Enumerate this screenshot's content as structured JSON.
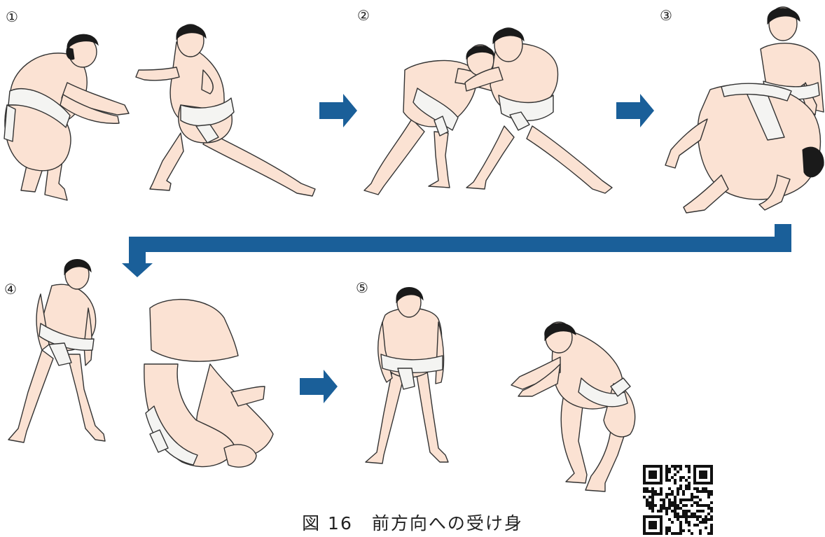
{
  "figure": {
    "caption": "図 16　前方向への受け身",
    "steps": [
      "①",
      "②",
      "③",
      "④",
      "⑤"
    ]
  },
  "colors": {
    "arrow": "#1a5f99",
    "skin": "#fbe2d3",
    "hair": "#1a1a1a",
    "mawashi": "#f4f4f2",
    "outline": "#333333"
  },
  "icons": [
    "right-arrow-icon",
    "return-arrow-icon",
    "qr-code-icon"
  ]
}
